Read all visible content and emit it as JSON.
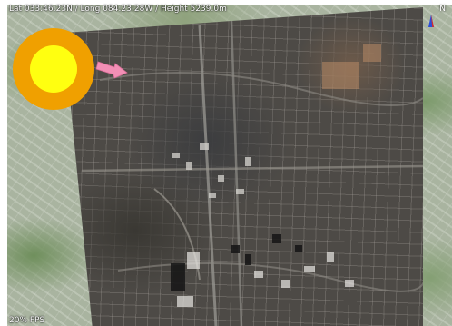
{
  "status": {
    "coordinates": "Lat 033:46:23N / Long 084:23:28W / Height 5239.0m",
    "fps": "20% FPS"
  },
  "compass": {
    "north_label": "N"
  },
  "lighting": {
    "sun_icon": "sun-icon",
    "direction_icon": "pink-arrow-icon",
    "colors": {
      "sun_outer": "#f0a000",
      "sun_inner": "#ffff10",
      "arrow": "#f28fb5"
    }
  }
}
